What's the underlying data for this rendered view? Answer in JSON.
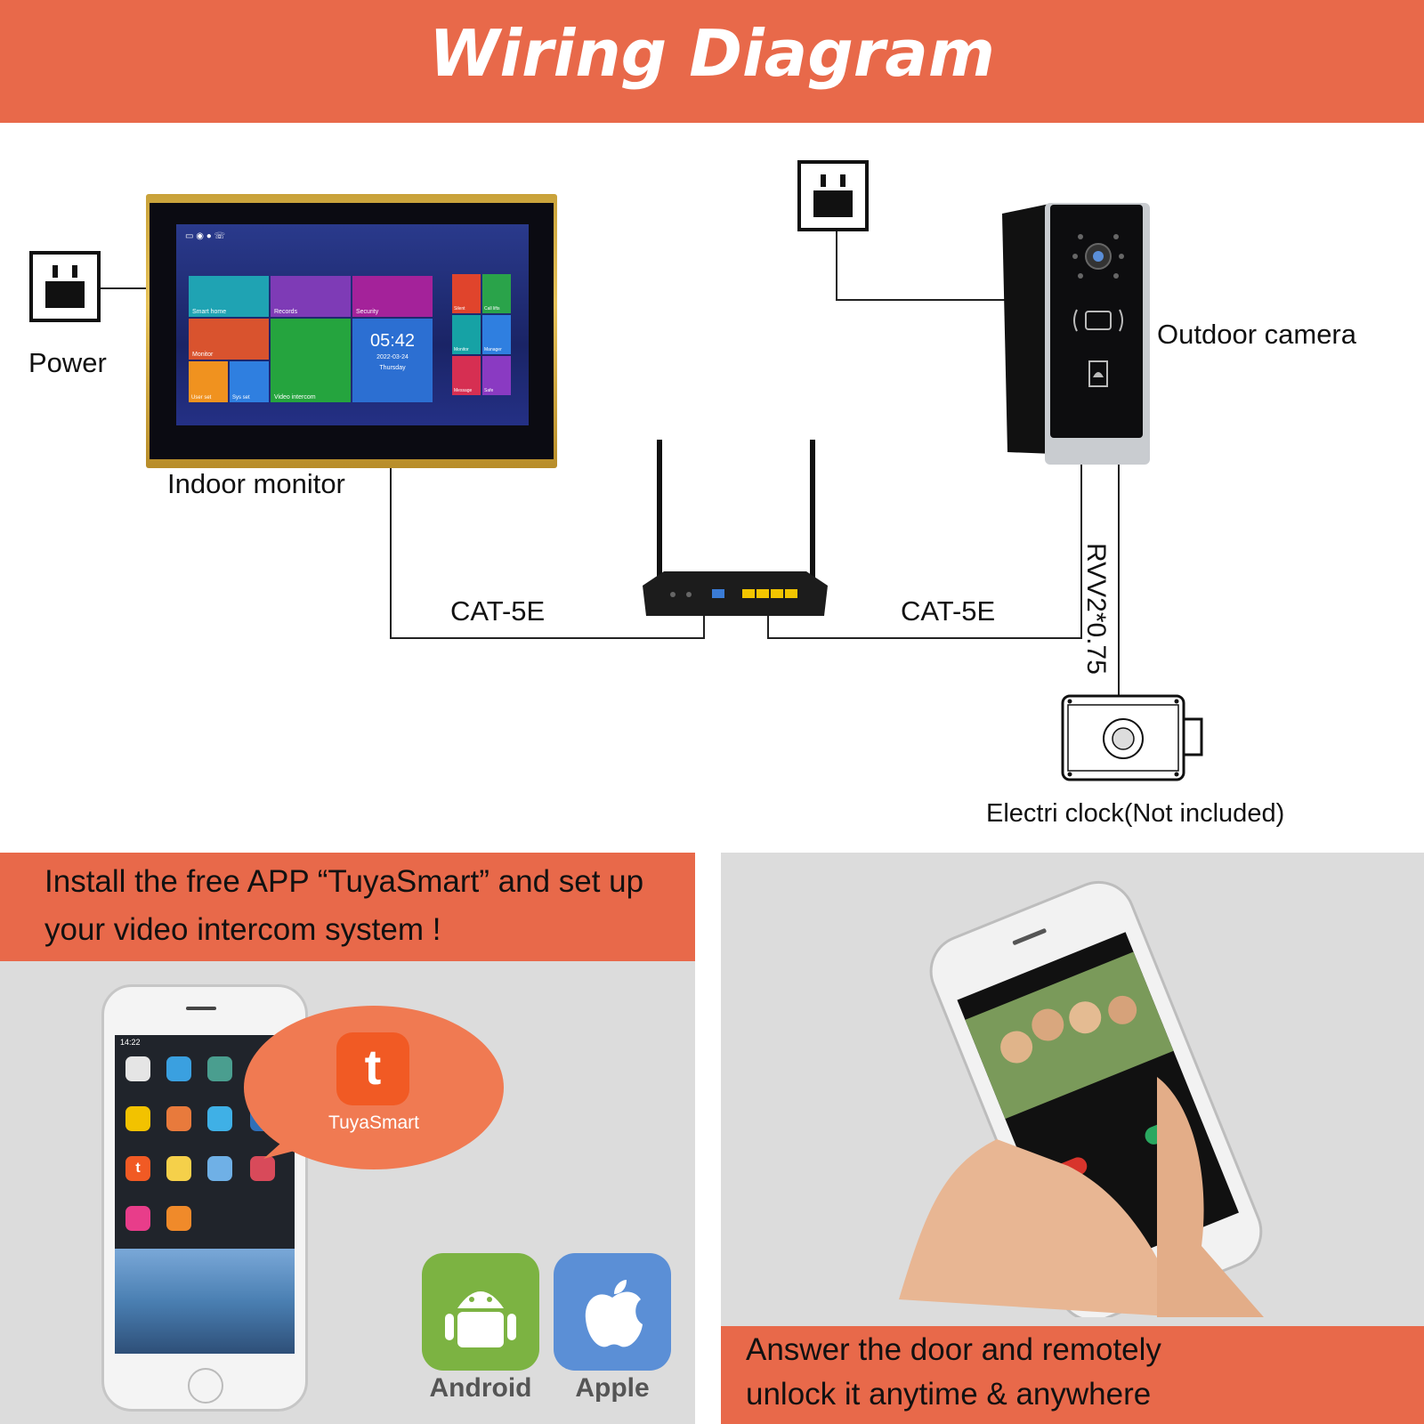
{
  "header": {
    "title": "Wiring Diagram"
  },
  "diagram": {
    "power_label": "Power",
    "indoor_monitor_label": "Indoor monitor",
    "outdoor_camera_label": "Outdoor camera",
    "cable_left_label": "CAT-5E",
    "cable_right_label": "CAT-5E",
    "lock_cable_label": "RVV2*0.75",
    "lock_label": "Electri clock(Not included)",
    "monitor_screen": {
      "time": "05:42",
      "date": "2022-03-24",
      "weekday": "Thursday",
      "tiles": [
        "Smart home",
        "Records",
        "Security",
        "Monitor",
        "Video intercom",
        "User set",
        "Sys set",
        "Silent",
        "Call lifts",
        "Monitor",
        "Manager",
        "Message",
        "Safe"
      ]
    }
  },
  "app_section": {
    "install_text_line1": "Install the free APP “TuyaSmart” and set up",
    "install_text_line2": "your video intercom system !",
    "app_name": "TuyaSmart",
    "phone_time": "14:22",
    "stores": [
      "Android",
      "Apple"
    ]
  },
  "answer_section": {
    "line1": "Answer the door and remotely",
    "line2": "unlock it  anytime & anywhere"
  },
  "colors": {
    "accent": "#e8694a",
    "panel_bg": "#dcdcdc",
    "android": "#7cb342",
    "apple": "#5b8fd6",
    "tuya": "#f15a24"
  }
}
